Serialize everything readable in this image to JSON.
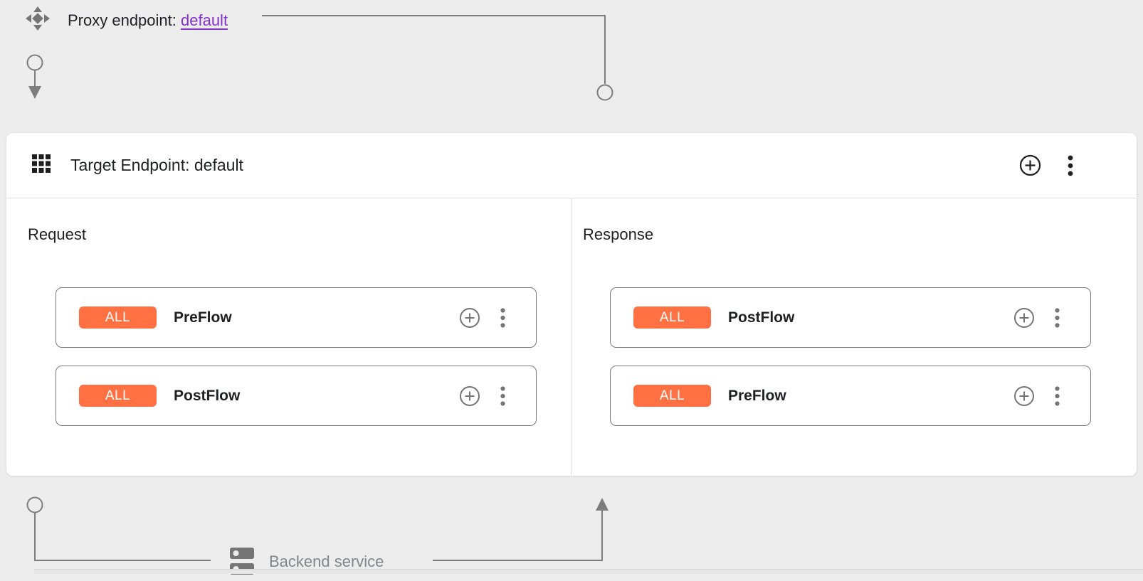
{
  "proxy_row": {
    "label": "Proxy endpoint:",
    "link_text": "default"
  },
  "target_card": {
    "title": "Target Endpoint: default"
  },
  "request_panel": {
    "title": "Request",
    "flows": [
      {
        "badge": "ALL",
        "name": "PreFlow"
      },
      {
        "badge": "ALL",
        "name": "PostFlow"
      }
    ]
  },
  "response_panel": {
    "title": "Response",
    "flows": [
      {
        "badge": "ALL",
        "name": "PostFlow"
      },
      {
        "badge": "ALL",
        "name": "PreFlow"
      }
    ]
  },
  "backend_row": {
    "label": "Backend service"
  },
  "icons": {
    "proxy_endpoint": "proxy-endpoint-icon",
    "drag_grid": "drag-indicator-icon",
    "add": "add-circle-icon",
    "more": "more-vert-icon",
    "backend": "dns-icon"
  },
  "colors": {
    "badge": "#FF7043",
    "link": "#8430CE",
    "connector": "#7D7D7D",
    "muted_text": "#80868B",
    "header_icon": "#1F1F1F",
    "card_icon": "#757575"
  }
}
